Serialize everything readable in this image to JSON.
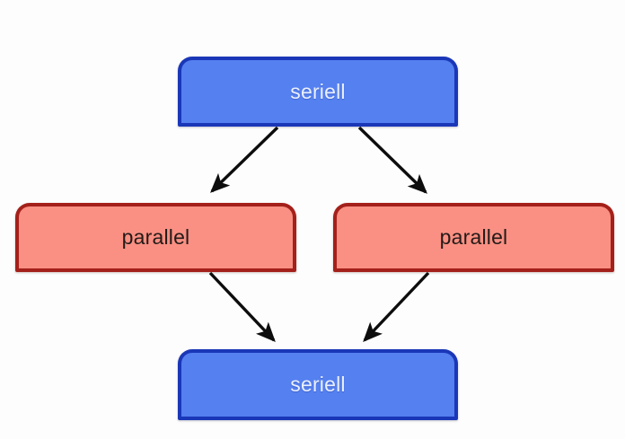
{
  "diagram": {
    "type": "flow-diagram",
    "background_color": "#fdfdfd",
    "nodes": [
      {
        "id": "serial-top",
        "label": "seriell",
        "kind": "serial",
        "fill_color": "#5580f0",
        "border_color": "#1a37b8",
        "text_color": "#eaf0ff"
      },
      {
        "id": "parallel-left",
        "label": "parallel",
        "kind": "parallel",
        "fill_color": "#f99083",
        "border_color": "#a4201a",
        "text_color": "#231a18"
      },
      {
        "id": "parallel-right",
        "label": "parallel",
        "kind": "parallel",
        "fill_color": "#f99083",
        "border_color": "#a4201a",
        "text_color": "#231a18"
      },
      {
        "id": "serial-bottom",
        "label": "seriell",
        "kind": "serial",
        "fill_color": "#5580f0",
        "border_color": "#1a37b8",
        "text_color": "#eaf0ff"
      }
    ],
    "edges": [
      {
        "id": "edge-top-to-left",
        "from": "serial-top",
        "to": "parallel-left",
        "color": "#0d0d0d"
      },
      {
        "id": "edge-top-to-right",
        "from": "serial-top",
        "to": "parallel-right",
        "color": "#0d0d0d"
      },
      {
        "id": "edge-left-to-bottom",
        "from": "parallel-left",
        "to": "serial-bottom",
        "color": "#0d0d0d"
      },
      {
        "id": "edge-right-to-bottom",
        "from": "parallel-right",
        "to": "serial-bottom",
        "color": "#0d0d0d"
      }
    ]
  }
}
